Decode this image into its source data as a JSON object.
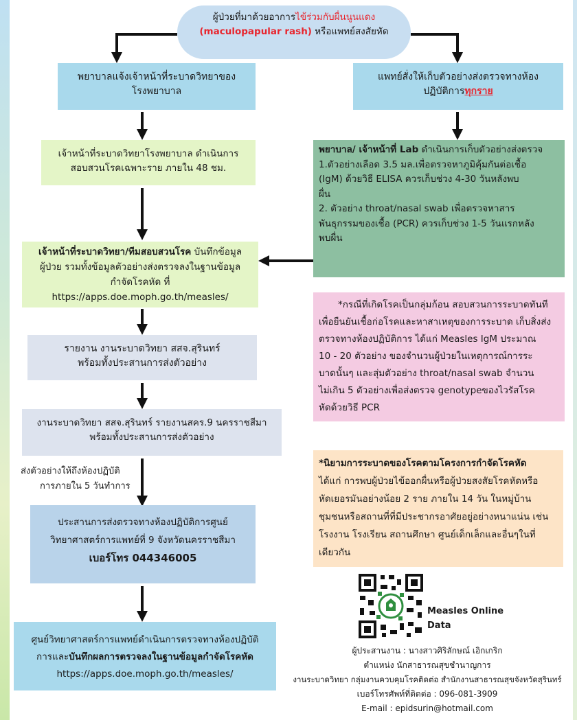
{
  "start": {
    "pre": "ผู้ป่วยที่มาด้วยอาการ",
    "highlight1": "ไข้ร่วมกับผื่นนูนแดง",
    "highlight2": "(maculopapular rash)",
    "post": " หรือแพทย์สงสัยหัด"
  },
  "left_notify": {
    "line1": "พยาบาลแจ้งเจ้าหน้าที่ระบาดวิทยาของ",
    "line2": "โรงพยาบาล"
  },
  "right_doctor": {
    "line1": "แพทย์สั่งให้เก็บตัวอย่างส่งตรวจทางห้อง",
    "line2_pre": "ปฏิบัติการ",
    "line2_highlight": "ทุกราย"
  },
  "investigate": {
    "line1": "เจ้าหน้าที่ระบาดวิทยาโรงพยาบาล ดำเนินการ",
    "line2": "สอบสวนโรคเฉพาะราย ภายใน 48 ชม."
  },
  "lab": {
    "bold": "พยาบาล/ เจ้าหน้าที่ Lab",
    "l1": " ดำเนินการเก็บตัวอย่างส่งตรวจ",
    "l2": "1.ตัวอย่างเลือด 3.5 มล.เพื่อตรวจหาภูมิคุ้มกันต่อเชื้อ",
    "l3": "(IgM) ด้วยวิธี ELISA ควรเก็บช่วง 4-30 วันหลังพบ",
    "l4": "ผื่น",
    "l5": "2. ตัวอย่าง throat/nasal swab เพื่อตรวจหาสาร",
    "l6": "พันธุกรรมของเชื้อ (PCR) ควรเก็บช่วง 1-5 วันแรกหลัง",
    "l7": "พบผื่น"
  },
  "record": {
    "bold": "เจ้าหน้าที่ระบาดวิทยา/ทีมสอบสวนโรค",
    "l1": " บันทึกข้อมูล",
    "l2": "ผู้ป่วย รวมทั้งข้อมูลตัวอย่างส่งตรวจลงในฐานข้อมูล",
    "l3": "กำจัดโรคหัด ที่",
    "l4": "https://apps.doe.moph.go.th/measles/"
  },
  "cluster": {
    "l1": "*กรณีที่เกิดโรคเป็นกลุ่มก้อน สอบสวนการระบาดทันที",
    "l2": "เพื่อยืนยันเชื้อก่อโรคและหาสาเหตุของการระบาด เก็บสิ่งส่ง",
    "l3": "ตรวจทางห้องปฏิบัติการ ได้แก่ Measles IgM ประมาณ",
    "l4": "10 - 20 ตัวอย่าง ของจำนวนผู้ป่วยในเหตุการณ์การระ",
    "l5": "บาดนั้นๆ และสุ่มตัวอย่าง throat/nasal swab จำนวน",
    "l6": "ไม่เกิน 5 ตัวอย่างเพื่อส่งตรวจ genotypeของไวรัสโรค",
    "l7": "หัดด้วยวิธี PCR"
  },
  "report1": {
    "line1": "รายงาน งานระบาดวิทยา สสจ.สุรินทร์",
    "line2": "พร้อมทั้งประสานการส่งตัวอย่าง"
  },
  "definition": {
    "title": "*นิยามการระบาดของโรคตามโครงการกำจัดโรคหัด",
    "l1": "ได้แก่ การพบผู้ป่วยไข้ออกผื่นหรือผู้ป่วยสงสัยโรคหัดหรือ",
    "l2": "หัดเยอรมันอย่างน้อย 2 ราย ภายใน 14 วัน ในหมู่บ้าน",
    "l3": "ชุมชนหรือสถานที่ที่มีประชากรอาศัยอยู่อย่างหนาแน่น เช่น",
    "l4": "โรงงาน โรงเรียน สถานศึกษา ศูนย์เด็กเล็กและอื่นๆในที่",
    "l5": "เดียวกัน"
  },
  "report2": {
    "line1": "งานระบาดวิทยา สสจ.สุรินทร์ รายงานสคร.9 นครราชสีมา",
    "line2": "พร้อมทั้งประสานการส่งตัวอย่าง"
  },
  "send_note": {
    "line1": "ส่งตัวอย่างให้ถึงห้องปฏิบัติ",
    "line2": "การภายใน 5 วันทำการ"
  },
  "coord_lab": {
    "line1": "ประสานการส่งตรวจทางห้องปฏิบัติการศูนย์",
    "line2": "วิทยาศาสตร์การแพทย์ที่ 9 จังหวัดนครราชสีมา",
    "phone": "เบอร์โทร 044346005"
  },
  "final": {
    "l1": "ศูนย์วิทยาศาสตร์การแพทย์ดำเนินการตรวจทางห้องปฏิบัติ",
    "l2_pre": "การและ",
    "l2_bold": "บันทึกผลการตรวจลงในฐานข้อมูลกำจัดโรคหัด",
    "l3": "https://apps.doe.moph.go.th/measles/"
  },
  "qr": {
    "label": "Measles Online Data"
  },
  "contact": {
    "l1": "ผู้ประสานงาน : นางสาวศิริลักษณ์ เอิกเกริก",
    "l2": "ตำแหน่ง นักสาธารณสุขชำนาญการ",
    "l3": "งานระบาดวิทยา กลุ่มงานควบคุมโรคติดต่อ สำนักงานสาธารณสุขจังหวัดสุรินทร์",
    "l4": "เบอร์โทรศัพท์ที่ติดต่อ : 096-081-3909",
    "l5": "E-mail : epidsurin@hotmail.com"
  },
  "colors": {
    "blue": "#a9d9ec",
    "green_light": "#e4f5c7",
    "green_dark": "#8dbfa1",
    "pink": "#f4cbe2",
    "peach": "#fde4c7",
    "grey_blue": "#dde3ee",
    "steel": "#b9d3ea",
    "oval": "#c8def1",
    "red": "#e8262e"
  }
}
